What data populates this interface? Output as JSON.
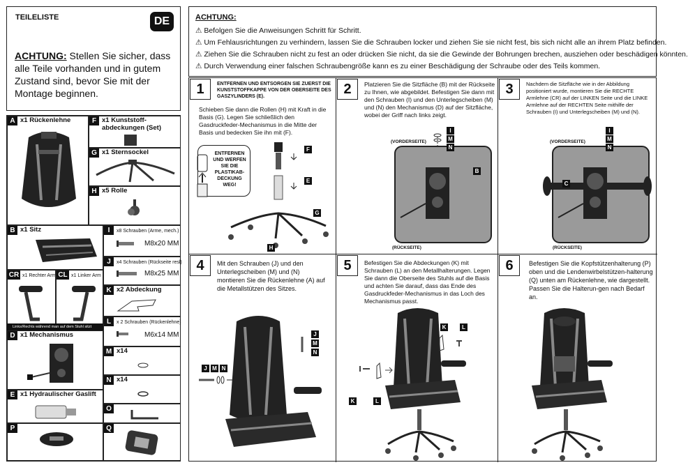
{
  "parts_header": {
    "title": "TEILELISTE",
    "lang_badge": "DE",
    "warning_label": "ACHTUNG:",
    "warning_text": " Stellen Sie sicher, dass alle Teile vorhanden und in gutem Zustand sind, bevor Sie mit der Montage beginnen."
  },
  "parts": {
    "A": {
      "letter": "A",
      "label": "x1 Rückenlehne"
    },
    "F": {
      "letter": "F",
      "label": "x1 Kunststoff-\nabdeckungen (Set)"
    },
    "G": {
      "letter": "G",
      "label": "x1 Sternsockel"
    },
    "H": {
      "letter": "H",
      "label": "x5 Rolle"
    },
    "B": {
      "letter": "B",
      "label": "x1 Sitz"
    },
    "I": {
      "letter": "I",
      "label": "x8 Schrauben (Arme, mech.)",
      "size": "M8x20 MM"
    },
    "J": {
      "letter": "J",
      "label": "x4 Schrauben (Rückseite resl)",
      "size": "M8x25 MM"
    },
    "CR": {
      "letter": "CR",
      "label": "x1 Rechter Arm"
    },
    "CL": {
      "letter": "CL",
      "label": "x1 Linker Arm"
    },
    "arm_note": "Links/Rechts während man auf dem Stuhl sitzt",
    "K": {
      "letter": "K",
      "label": "x2 Abdeckung"
    },
    "L": {
      "letter": "L",
      "label": "x 2 Schrauben (Rückenlehne)",
      "size": "M6x14 MM"
    },
    "D": {
      "letter": "D",
      "label": "x1 Mechanismus"
    },
    "M": {
      "letter": "M",
      "label": "x14"
    },
    "N": {
      "letter": "N",
      "label": "x14"
    },
    "E": {
      "letter": "E",
      "label": "x1 Hydraulischer Gaslift"
    },
    "O": {
      "letter": "O",
      "label": ""
    },
    "P": {
      "letter": "P",
      "label": ""
    },
    "Q": {
      "letter": "Q",
      "label": ""
    }
  },
  "warning": {
    "title": "ACHTUNG:",
    "lines": [
      "Befolgen Sie die Anweisungen Schritt für Schritt.",
      "Um Fehlausrichtungen zu verhindern, lassen Sie die Schrauben locker und ziehen Sie sie nicht fest, bis sich nicht alle an ihrem Platz befinden.",
      "Ziehen Sie die Schrauben nicht zu fest an oder drücken Sie nicht, da sie die Gewinde der Bohrungen brechen, ausziehen oder beschädigen könnten.",
      "Durch Verwendung einer falschen Schraubengröße kann es zu einer Beschädigung der Schraube oder des Teils kommen."
    ],
    "icon": "warning-triangle-icon"
  },
  "steps": [
    {
      "num": "1",
      "text_bold": "ENTFERNEN UND ENTSORGEN SIE ZUERST DIE KUNSTSTOFFKAPPE VON DER OBERSEITE DES GASZYLINDERS (E).",
      "text": "Schieben Sie dann die Rollen (H) mit Kraft in die Basis (G). Legen Sie schließlich den Gasdruckfeder-Mechanismus in die Mitte der Basis und bedecken Sie ihn mit (F).",
      "callout": "ENTFERNEN UND WERFEN SIE DIE PLASTIKAB-DECKUNG WEG!"
    },
    {
      "num": "2",
      "text": "Platzieren Sie die Sitzfläche (B) mit der Rückseite zu Ihnen, wie abgebildet. Befestigen Sie dann mit den Schrauben (I) und den Unterlegscheiben (M) und (N) den Mechanismus (D) auf der Sitzfläche, wobei der Griff nach links zeigt.",
      "front": "(VORDERSEITE)",
      "back": "(RÜCKSEITE)"
    },
    {
      "num": "3",
      "text": "Nachdem die Sitzfläche wie in der Abbildung positioniert wurde, montieren Sie die RECHTE Armlehne (CR) auf der LINKEN Seite und die LINKE Armlehne auf der RECHTEN Seite mithilfe der Schrauben (I) und Unterlegscheiben (M) und (N).",
      "front": "(VORDERSEITE)",
      "back": "(RÜCKSEITE)"
    },
    {
      "num": "4",
      "text": "Mit den Schrauben (J) und den Unterlegscheiben (M) und (N) montieren Sie die Rückenlehne (A) auf die Metallstützen des Sitzes."
    },
    {
      "num": "5",
      "text": "Befestigen Sie die Abdeckungen (K) mit Schrauben (L) an den Metallhalterungen. Legen Sie dann die Oberseite des Stuhls auf die Basis und achten Sie darauf, dass das Ende des Gasdruckfeder-Mechanismus in das Loch des Mechanismus passt."
    },
    {
      "num": "6",
      "text": "Befestigen Sie die Kopfstützenhalterung (P) oben und die Lendenwirbelstützen-halterung (Q) unten am Rückenlehne, wie dargestellt. Passen Sie die Halterun-gen nach Bedarf an."
    }
  ],
  "colors": {
    "ink": "#111111",
    "seat_plate": "#9a9a9a",
    "chair_grey": "#7a7a7a"
  }
}
